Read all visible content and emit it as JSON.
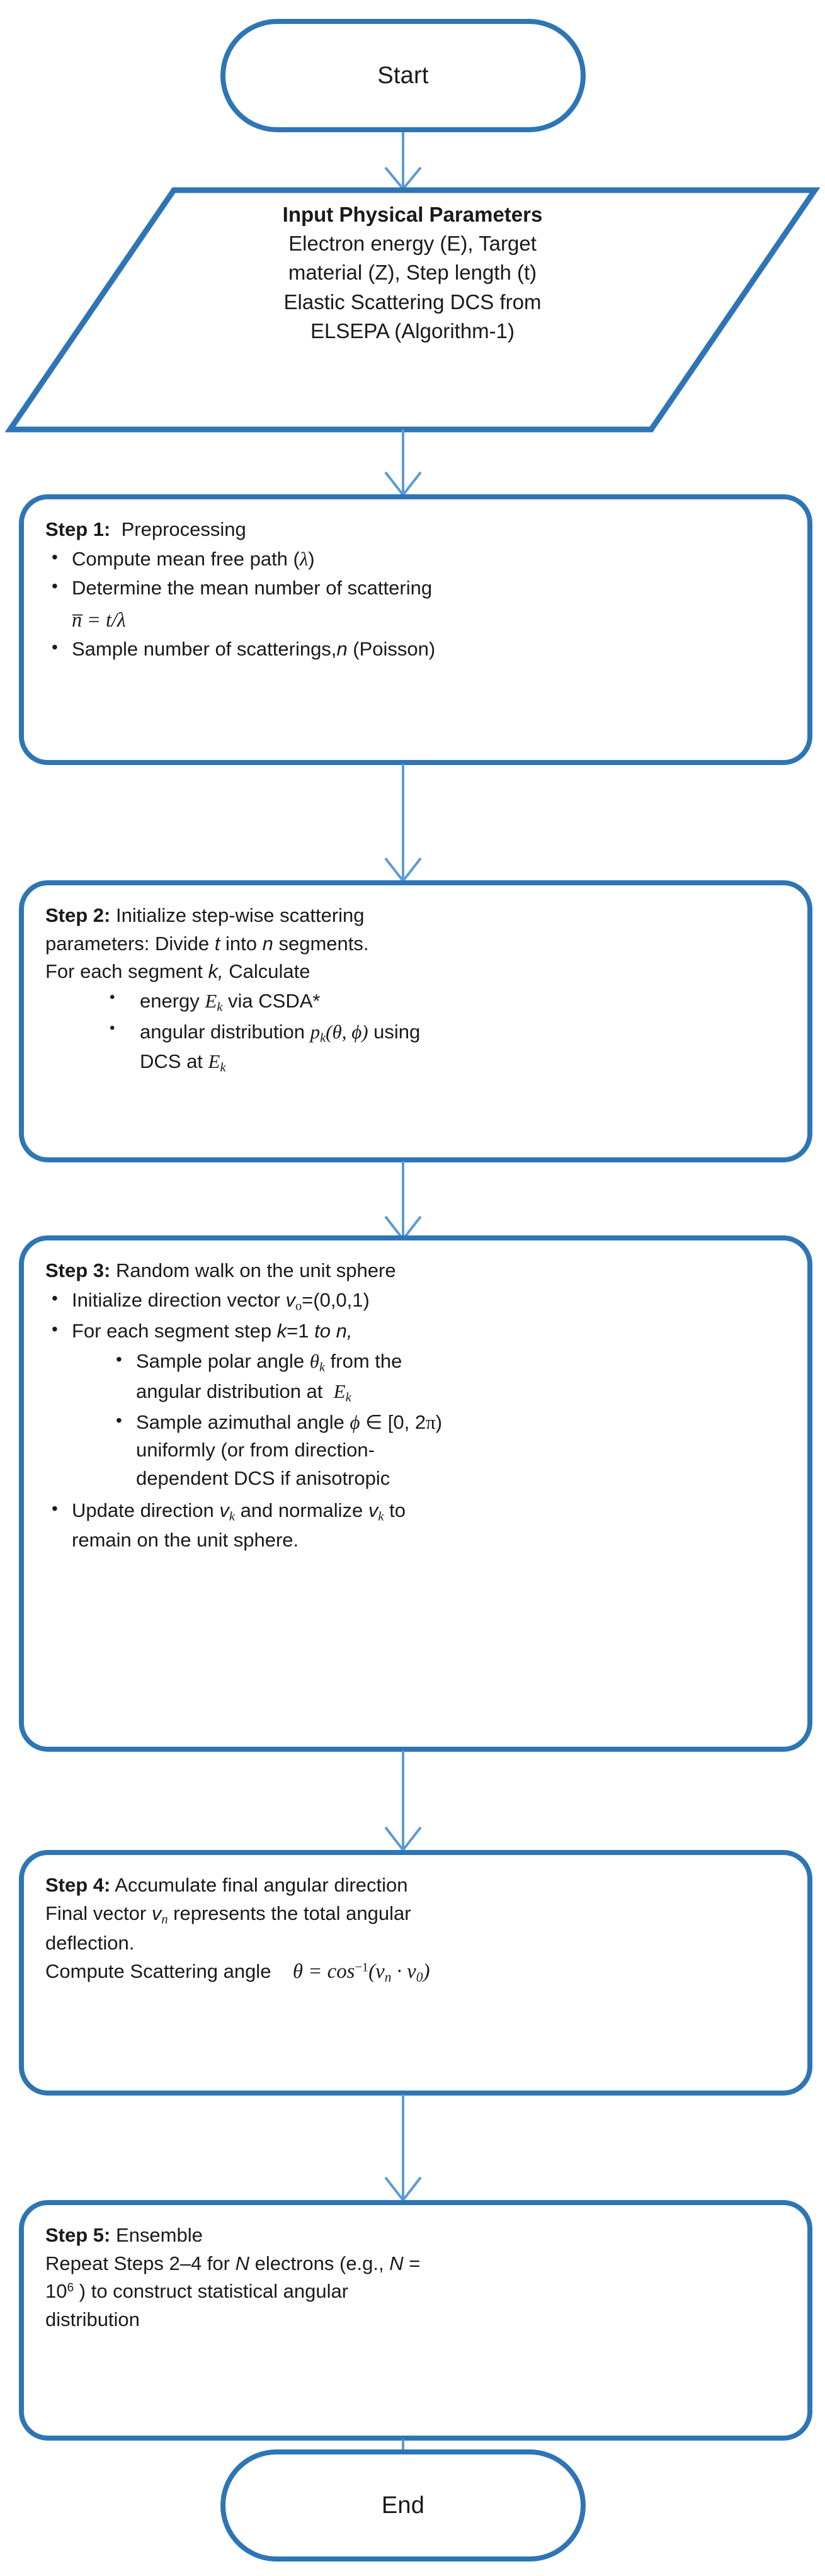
{
  "diagram": {
    "title": "Monte Carlo electron multiple-scattering simulation flowchart",
    "accent_color": "#2E75B6",
    "connector_color": "#5B9BD5",
    "text_color": "#1A1A1A",
    "background": "#FFFFFF"
  },
  "nodes": {
    "start": {
      "label": "Start",
      "shape": "terminator"
    },
    "input": {
      "shape": "parallelogram",
      "heading": "Input Physical Parameters",
      "lines": [
        "Electron energy (E), Target",
        "material (Z), Step length (t)",
        "Elastic Scattering DCS from",
        "ELSEPA (Algorithm-1)"
      ]
    },
    "step1": {
      "shape": "process",
      "label": "Step 1:",
      "title": "Preprocessing",
      "bullets": [
        {
          "text_before": "Compute mean free path (",
          "symbol": "λ",
          "text_after": ")"
        },
        {
          "text_before": "Determine the mean number of scattering",
          "equation": "n̅ = t/λ"
        },
        {
          "text_before": "Sample number of scatterings,",
          "symbol": "n",
          "text_after": " (Poisson)"
        }
      ]
    },
    "step2": {
      "shape": "process",
      "label": "Step 2:",
      "title": "Initialize step-wise scattering",
      "lines": [
        "parameters: Divide t into n segments.",
        "For each segment k, Calculate"
      ],
      "bullets": [
        "energy Eₖ via CSDA*",
        "angular distribution pₖ(θ, ϕ) using DCS at Eₖ"
      ]
    },
    "step3": {
      "shape": "process",
      "label": "Step 3:",
      "title": "Random walk on the unit sphere",
      "bullets": [
        "Initialize direction vector vₒ=(0,0,1)",
        "For each segment step k=1 to n,"
      ],
      "subbullets": [
        "Sample polar angle θₖ from the angular distribution at Eₖ",
        "Sample azimuthal angle ϕ ∈ [0, 2π) uniformly (or from direction-dependent DCS if anisotropic"
      ],
      "final_bullet": "Update direction vₖ and normalize vₖ to remain on the unit sphere."
    },
    "step4": {
      "shape": "process",
      "label": "Step 4:",
      "title": "Accumulate final angular direction",
      "lines": [
        "Final vector vₙ represents the total angular",
        "deflection.",
        "Compute Scattering angle"
      ],
      "equation": "θ = cos⁻¹(vₙ · v₀)"
    },
    "step5": {
      "shape": "process",
      "label": "Step 5:",
      "title": "Ensemble",
      "lines": [
        "Repeat Steps 2–4 for N electrons (e.g., N =",
        "10⁶ ) to construct statistical angular",
        "distribution"
      ],
      "exponent": "6"
    },
    "end": {
      "label": "End",
      "shape": "terminator"
    }
  },
  "connectors": [
    {
      "from": "start",
      "to": "input",
      "style": "arrow-down"
    },
    {
      "from": "input",
      "to": "step1",
      "style": "arrow-down"
    },
    {
      "from": "step1",
      "to": "step2",
      "style": "arrow-down"
    },
    {
      "from": "step2",
      "to": "step3",
      "style": "arrow-down"
    },
    {
      "from": "step3",
      "to": "step4",
      "style": "arrow-down"
    },
    {
      "from": "step4",
      "to": "step5",
      "style": "arrow-down"
    },
    {
      "from": "step5",
      "to": "end",
      "style": "arrow-down"
    }
  ]
}
